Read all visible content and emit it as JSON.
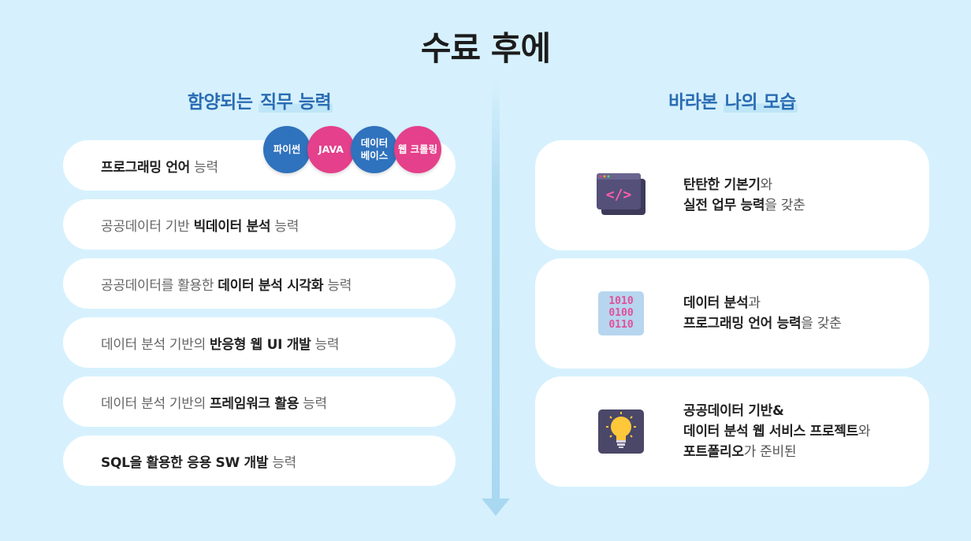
{
  "title": "수료 후에",
  "left": {
    "heading_a": "함양되는 ",
    "heading_b": "직무 능력",
    "badges": [
      "파이썬",
      "JAVA",
      "데이터\n베이스",
      "웹 크롤링"
    ],
    "items": [
      {
        "pre": "",
        "bold": "프로그래밍 언어",
        "post": " 능력"
      },
      {
        "pre": "공공데이터 기반 ",
        "bold": "빅데이터 분석",
        "post": " 능력"
      },
      {
        "pre": "공공데이터를 활용한 ",
        "bold": "데이터 분석 시각화",
        "post": " 능력"
      },
      {
        "pre": "데이터 분석 기반의 ",
        "bold": "반응형 웹 UI 개발",
        "post": " 능력"
      },
      {
        "pre": "데이터 분석 기반의 ",
        "bold": "프레임워크 활용",
        "post": " 능력"
      },
      {
        "pre": "",
        "bold": "SQL을 활용한 응용 SW 개발",
        "post": " 능력"
      }
    ]
  },
  "right": {
    "heading_a": "바라본 ",
    "heading_b": "나의 모습",
    "cards": [
      {
        "icon": "code-window-icon",
        "l1_bold": "탄탄한 기본기",
        "l1_post": "와",
        "l2_bold": "실전 업무 능력",
        "l2_post": "을 갖춘",
        "l3_bold": "",
        "l3_post": ""
      },
      {
        "icon": "binary-data-icon",
        "binary": [
          "1010",
          "0100",
          "0110"
        ],
        "l1_bold": "데이터 분석",
        "l1_post": "과",
        "l2_bold": "프로그래밍 언어 능력",
        "l2_post": "을 갖춘",
        "l3_bold": "",
        "l3_post": ""
      },
      {
        "icon": "lightbulb-icon",
        "l1_bold": "공공데이터 기반&",
        "l1_post": "",
        "l2_bold": "데이터 분석 웹 서비스 프로젝트",
        "l2_post": "와",
        "l3_bold": "포트폴리오",
        "l3_post": "가 준비된"
      }
    ]
  },
  "colors": {
    "background": "#d6f1fd",
    "heading_blue": "#2a6cb3",
    "badge_blue": "#2f72bd",
    "badge_pink": "#e5408b",
    "binary_pink": "#e0509a"
  }
}
